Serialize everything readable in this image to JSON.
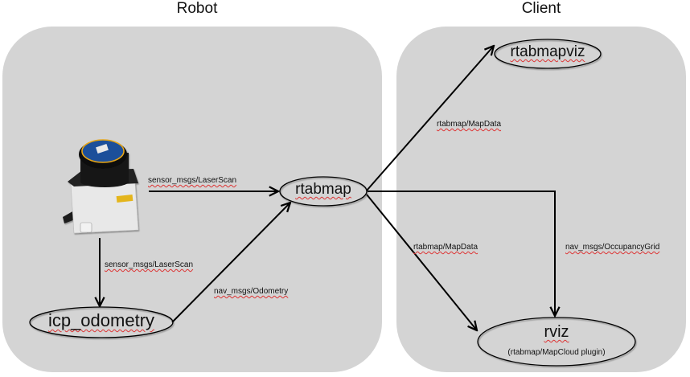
{
  "diagram": {
    "groups": [
      {
        "id": "robot",
        "title": "Robot"
      },
      {
        "id": "client",
        "title": "Client"
      }
    ],
    "nodes": {
      "rtabmapviz": {
        "label": "rtabmapviz",
        "group": "client"
      },
      "rtabmap": {
        "label": "rtabmap",
        "group": "robot"
      },
      "icp_odometry": {
        "label": "icp_odometry",
        "group": "robot"
      },
      "rviz": {
        "label": "rviz",
        "sublabel": "(rtabmap/MapCloud plugin)",
        "group": "client"
      },
      "lidar": {
        "label": "",
        "icon": "laser-scanner-image",
        "group": "robot"
      }
    },
    "edges": [
      {
        "from": "lidar",
        "to": "rtabmap",
        "label": "sensor_msgs/LaserScan"
      },
      {
        "from": "lidar",
        "to": "icp_odometry",
        "label": "sensor_msgs/LaserScan"
      },
      {
        "from": "icp_odometry",
        "to": "rtabmap",
        "label": "nav_msgs/Odometry"
      },
      {
        "from": "rtabmap",
        "to": "rtabmapviz",
        "label": "rtabmap/MapData"
      },
      {
        "from": "rtabmap",
        "to": "rviz",
        "label": "rtabmap/MapData"
      },
      {
        "from": "rtabmap",
        "to": "rviz",
        "label": "nav_msgs/OccupancyGrid"
      }
    ],
    "colors": {
      "panel": "#d4d4d4",
      "stroke": "#000000",
      "spellcheck_underline": "#d33333"
    }
  }
}
